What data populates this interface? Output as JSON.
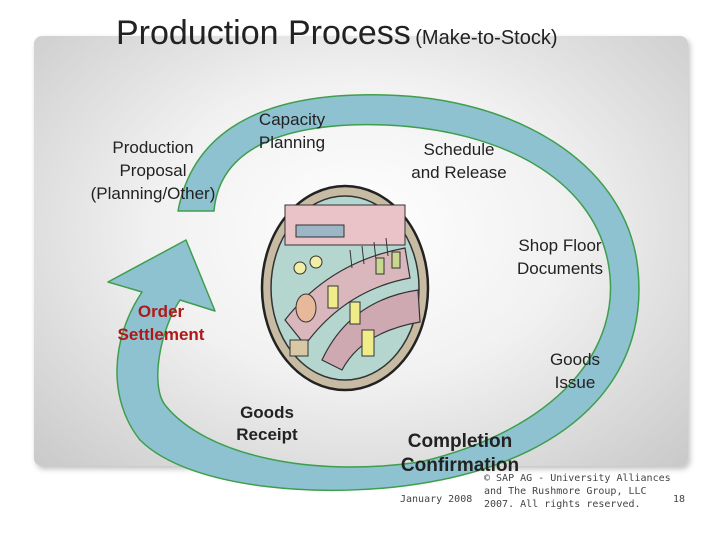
{
  "title": {
    "main": "Production Process",
    "sub": "(Make-to-Stock)"
  },
  "steps": {
    "proposal": [
      "Production",
      "Proposal",
      "(Planning/Other)"
    ],
    "capacity": [
      "Capacity",
      "Planning"
    ],
    "schedule": [
      "Schedule",
      "and Release"
    ],
    "shop_floor": [
      "Shop Floor",
      "Documents"
    ],
    "goods_issue": [
      "Goods",
      "Issue"
    ],
    "completion": [
      "Completion",
      "Confirmation"
    ],
    "goods_receipt": [
      "Goods",
      "Receipt"
    ],
    "settlement": [
      "Order",
      "Settlement"
    ]
  },
  "footer": {
    "date": "January 2008",
    "copyright": [
      "© SAP AG - University Alliances",
      "and The Rushmore Group, LLC",
      "2007. All rights reserved."
    ],
    "page": "18"
  },
  "colors": {
    "arrow_fill": "#8ec2d0",
    "arrow_stroke": "#3f9e4d",
    "settlement_text": "#b01818"
  },
  "icons": {
    "center": "factory-illustration-icon"
  }
}
